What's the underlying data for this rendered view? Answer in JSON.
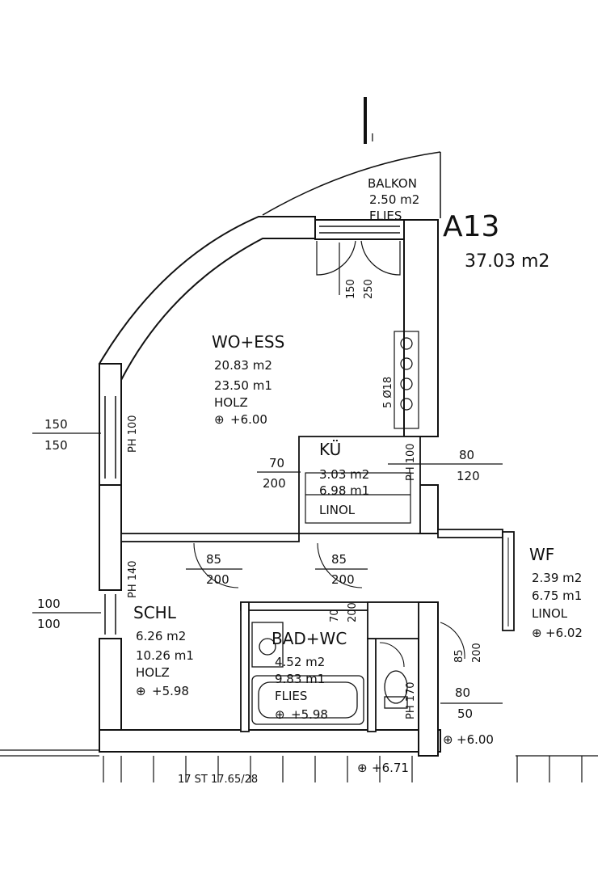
{
  "plan": {
    "section_marker": "I",
    "unit_id": "A13",
    "unit_area": "37.03 m2",
    "rooms": {
      "balkon": {
        "name": "BALKON",
        "area": "2.50 m2",
        "floor": "FLIES"
      },
      "wohnen": {
        "name": "WO+ESS",
        "area": "20.83 m2",
        "perimeter": "23.50 m1",
        "floor": "HOLZ",
        "level": "+6.00"
      },
      "kueche": {
        "name": "KÜ",
        "area": "3.03 m2",
        "perimeter": "6.98 m1",
        "floor": "LINOL"
      },
      "schlafen": {
        "name": "SCHL",
        "area": "6.26 m2",
        "perimeter": "10.26 m1",
        "floor": "HOLZ",
        "level": "+5.98"
      },
      "bad": {
        "name": "BAD+WC",
        "area": "4.52 m2",
        "perimeter": "9.83 m1",
        "floor": "FLIES",
        "level": "+5.98"
      },
      "wf": {
        "name": "WF",
        "area": "2.39 m2",
        "perimeter": "6.75 m1",
        "floor": "LINOL",
        "level": "+6.02"
      }
    },
    "dims": {
      "balcony_door_w": "150",
      "balcony_door_h": "250",
      "window_wo_w": "150",
      "window_wo_h": "150",
      "window_wo_ph": "PH 100",
      "window_schl_w": "100",
      "window_schl_h": "100",
      "window_schl_ph": "PH 140",
      "kitchen_module": "5 Ø18",
      "ku_door_w": "70",
      "ku_door_h": "200",
      "ku_ph": "PH 100",
      "entry_w": "80",
      "entry_h": "120",
      "schl_door_w": "85",
      "schl_door_h": "200",
      "bad_door_w": "85",
      "bad_door_h": "200",
      "bad_inner_w": "70",
      "bad_inner_h": "200",
      "wf_door_w": "85",
      "wf_door_h": "200",
      "bad_window_w": "80",
      "bad_window_h": "50",
      "bad_ph": "PH 170",
      "outer_level": "+6.00",
      "stair_level": "+6.71",
      "stair_note": "17 ST  17.65/28"
    }
  }
}
